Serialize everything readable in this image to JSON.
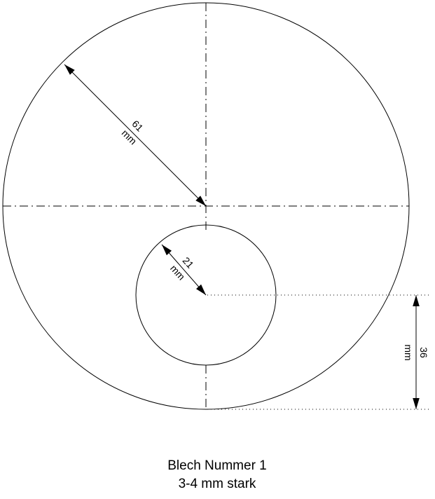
{
  "drawing": {
    "outer_radius_dim": {
      "value": "61",
      "unit": "mm"
    },
    "inner_radius_dim": {
      "value": "21",
      "unit": "mm"
    },
    "offset_dim": {
      "value": "36",
      "unit": "mm"
    }
  },
  "caption": {
    "line1": "Blech Nummer 1",
    "line2": "3-4 mm stark"
  },
  "colors": {
    "stroke": "#000000",
    "background": "#ffffff"
  }
}
